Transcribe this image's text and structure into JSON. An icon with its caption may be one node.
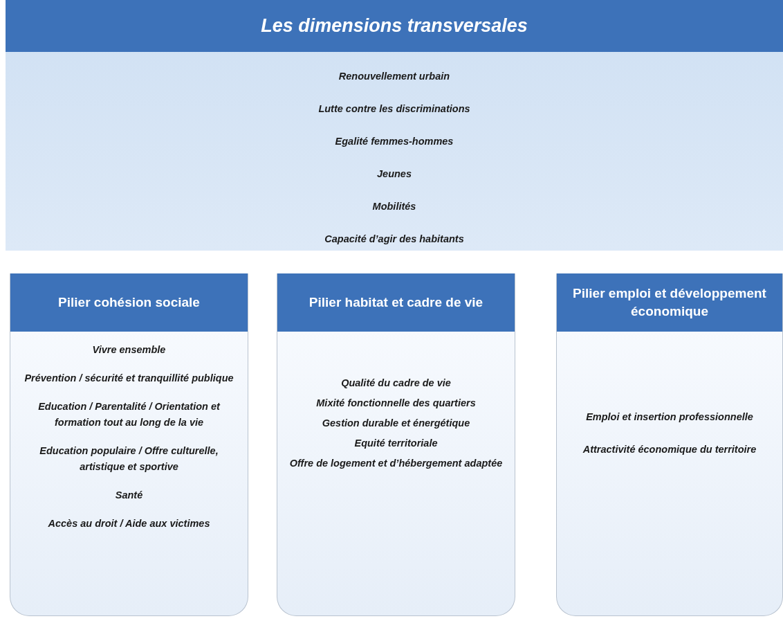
{
  "diagram": {
    "nodes": [
      {
        "text": [
          "Les dimensions transversales",
          "Renouvellement urbain",
          "Lutte contre les discriminations",
          "Egalité femmes-hommes",
          "Jeunes",
          "Mobilités",
          "Capacité d’agir des habitants"
        ]
      },
      {
        "text": [
          "Pilier cohésion sociale",
          "Vivre ensemble",
          "Prévention / sécurité et tranquillité publique",
          "Education / Parentalité / Orientation et formation tout au long de la vie",
          "Education populaire / Offre culturelle, artistique et sportive",
          "Santé",
          "Accès au droit / Aide aux victimes"
        ]
      },
      {
        "text": [
          "Pilier habitat et cadre de vie",
          "Qualité du cadre de vie",
          "Mixité fonctionnelle des quartiers",
          "Gestion durable et énergétique",
          "Equité territoriale",
          "Offre de logement et d’hébergement adaptée"
        ]
      },
      {
        "text": [
          "Pilier emploi et développement économique",
          "Emploi et insertion professionnelle",
          "Attractivité économique du territoire"
        ]
      }
    ]
  }
}
